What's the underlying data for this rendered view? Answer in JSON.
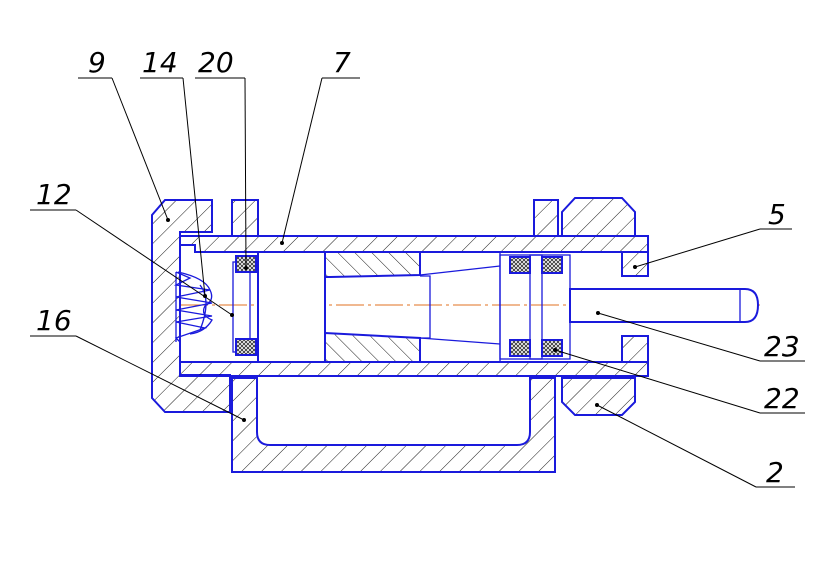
{
  "drawing": {
    "callouts": [
      {
        "id": "c9",
        "label": "9"
      },
      {
        "id": "c14",
        "label": "14"
      },
      {
        "id": "c20",
        "label": "20"
      },
      {
        "id": "c7",
        "label": "7"
      },
      {
        "id": "c12",
        "label": "12"
      },
      {
        "id": "c16",
        "label": "16"
      },
      {
        "id": "c5",
        "label": "5"
      },
      {
        "id": "c23",
        "label": "23"
      },
      {
        "id": "c22",
        "label": "22"
      },
      {
        "id": "c2",
        "label": "2"
      }
    ]
  },
  "colors": {
    "outline": "#1a1adc",
    "hatch": "#000000",
    "seal_fill": "#444444",
    "centerline": "#e07020",
    "leader": "#000000"
  }
}
